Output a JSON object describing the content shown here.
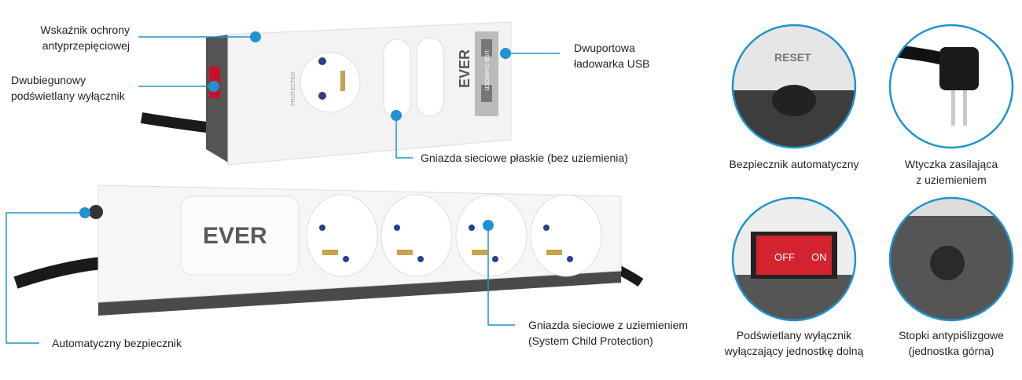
{
  "accent_color": "#1f93cf",
  "callouts": {
    "surge_indicator": [
      "Wskaźnik ochrony",
      "antyprzepięciowej"
    ],
    "bipolar_switch": [
      "Dwubiegunowy",
      "podświetlany wyłącznik"
    ],
    "usb_charger": [
      "Dwuportowa",
      "ładowarka USB"
    ],
    "flat_sockets": "Gniazda sieciowe płaskie (bez uziemienia)",
    "auto_fuse": "Automatyczny bezpiecznik",
    "grounded_sockets": [
      "Gniazda sieciowe z uziemieniem",
      "(System Child Protection)"
    ]
  },
  "product": {
    "brand": "EVER",
    "protected_label": "PROTECTED",
    "usb_label": "USB CHARGER",
    "reset_label": "RESET",
    "switch_on": "ON",
    "switch_off": "OFF"
  },
  "details": [
    {
      "caption": [
        "Bezpiecznik automatyczny"
      ]
    },
    {
      "caption": [
        "Wtyczka zasilająca",
        "z uziemieniem"
      ]
    },
    {
      "caption": [
        "Podświetlany wyłącznik",
        "wyłączający jednostkę dolną"
      ]
    },
    {
      "caption": [
        "Stopki antypiślizgowe",
        "(jednostka górna)"
      ]
    }
  ]
}
